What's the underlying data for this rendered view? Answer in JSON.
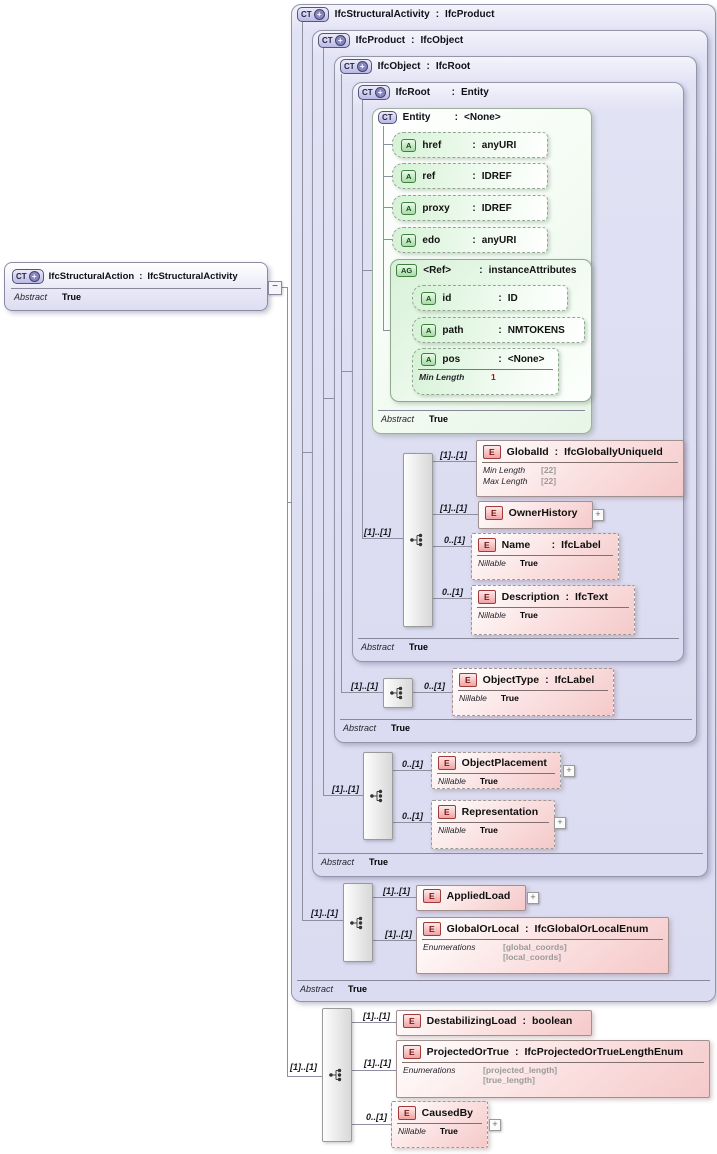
{
  "action": {
    "badge": "CT",
    "plus": "+",
    "handle": "−",
    "name": "IfcStructuralAction",
    "colon": ":",
    "base": "IfcStructuralActivity",
    "abstract": {
      "label": "Abstract",
      "value": "True"
    }
  },
  "activity": {
    "badge": "CT",
    "plus": "+",
    "name": "IfcStructuralActivity",
    "colon": ":",
    "base": "IfcProduct",
    "abstract": {
      "label": "Abstract",
      "value": "True"
    }
  },
  "product": {
    "badge": "CT",
    "plus": "+",
    "name": "IfcProduct",
    "colon": ":",
    "base": "IfcObject",
    "abstract": {
      "label": "Abstract",
      "value": "True"
    }
  },
  "object": {
    "badge": "CT",
    "plus": "+",
    "name": "IfcObject",
    "colon": ":",
    "base": "IfcRoot",
    "abstract": {
      "label": "Abstract",
      "value": "True"
    }
  },
  "root": {
    "badge": "CT",
    "plus": "+",
    "name": "IfcRoot",
    "colon": ":",
    "base": "Entity",
    "abstract": {
      "label": "Abstract",
      "value": "True"
    }
  },
  "entity": {
    "badge": "CT",
    "name": "Entity",
    "colon": ":",
    "base": "<None>",
    "abstract": {
      "label": "Abstract",
      "value": "True"
    }
  },
  "entity_attrs": {
    "href": {
      "badge": "A",
      "name": "href",
      "colon": ":",
      "type": "anyURI"
    },
    "ref": {
      "badge": "A",
      "name": "ref",
      "colon": ":",
      "type": "IDREF"
    },
    "proxy": {
      "badge": "A",
      "name": "proxy",
      "colon": ":",
      "type": "IDREF"
    },
    "edo": {
      "badge": "A",
      "name": "edo",
      "colon": ":",
      "type": "anyURI"
    },
    "ref_group": {
      "badge": "AG",
      "name": "<Ref>",
      "colon": ":",
      "type": "instanceAttributes",
      "id": {
        "badge": "A",
        "name": "id",
        "colon": ":",
        "type": "ID"
      },
      "path": {
        "badge": "A",
        "name": "path",
        "colon": ":",
        "type": "NMTOKENS"
      },
      "pos": {
        "badge": "A",
        "name": "pos",
        "colon": ":",
        "type": "<None>",
        "facet": {
          "label": "Min Length",
          "value": "1"
        }
      }
    }
  },
  "root_content": {
    "card": "[1]..[1]",
    "global_id": {
      "badge": "E",
      "card": "[1]..[1]",
      "name": "GlobalId",
      "colon": ":",
      "type": "IfcGloballyUniqueId",
      "min": {
        "label": "Min Length",
        "value": "[22]"
      },
      "max": {
        "label": "Max Length",
        "value": "[22]"
      }
    },
    "owner_history": {
      "badge": "E",
      "card": "[1]..[1]",
      "name": "OwnerHistory",
      "expand": "+"
    },
    "name_el": {
      "badge": "E",
      "card": "0..[1]",
      "name": "Name",
      "colon": ":",
      "type": "IfcLabel",
      "nillable": {
        "label": "Nillable",
        "value": "True"
      }
    },
    "description": {
      "badge": "E",
      "card": "0..[1]",
      "name": "Description",
      "colon": ":",
      "type": "IfcText",
      "nillable": {
        "label": "Nillable",
        "value": "True"
      }
    }
  },
  "object_content": {
    "card": "[1]..[1]",
    "object_type": {
      "badge": "E",
      "card": "0..[1]",
      "name": "ObjectType",
      "colon": ":",
      "type": "IfcLabel",
      "nillable": {
        "label": "Nillable",
        "value": "True"
      }
    }
  },
  "product_content": {
    "card": "[1]..[1]",
    "object_placement": {
      "badge": "E",
      "card": "0..[1]",
      "name": "ObjectPlacement",
      "expand": "+",
      "nillable": {
        "label": "Nillable",
        "value": "True"
      }
    },
    "representation": {
      "badge": "E",
      "card": "0..[1]",
      "name": "Representation",
      "expand": "+",
      "nillable": {
        "label": "Nillable",
        "value": "True"
      }
    }
  },
  "activity_content": {
    "card": "[1]..[1]",
    "applied_load": {
      "badge": "E",
      "card": "[1]..[1]",
      "name": "AppliedLoad",
      "expand": "+"
    },
    "global_or_local": {
      "badge": "E",
      "card": "[1]..[1]",
      "name": "GlobalOrLocal",
      "colon": ":",
      "type": "IfcGlobalOrLocalEnum",
      "enum_label": "Enumerations",
      "enum1": "[global_coords]",
      "enum2": "[local_coords]"
    }
  },
  "action_content": {
    "card": "[1]..[1]",
    "destabilizing_load": {
      "badge": "E",
      "card": "[1]..[1]",
      "name": "DestabilizingLoad",
      "colon": ":",
      "type": "boolean"
    },
    "projected_or_true": {
      "badge": "E",
      "card": "[1]..[1]",
      "name": "ProjectedOrTrue",
      "colon": ":",
      "type": "IfcProjectedOrTrueLengthEnum",
      "enum_label": "Enumerations",
      "enum1": "[projected_length]",
      "enum2": "[true_length]"
    },
    "caused_by": {
      "badge": "E",
      "card": "0..[1]",
      "name": "CausedBy",
      "expand": "+",
      "nillable": {
        "label": "Nillable",
        "value": "True"
      }
    }
  }
}
